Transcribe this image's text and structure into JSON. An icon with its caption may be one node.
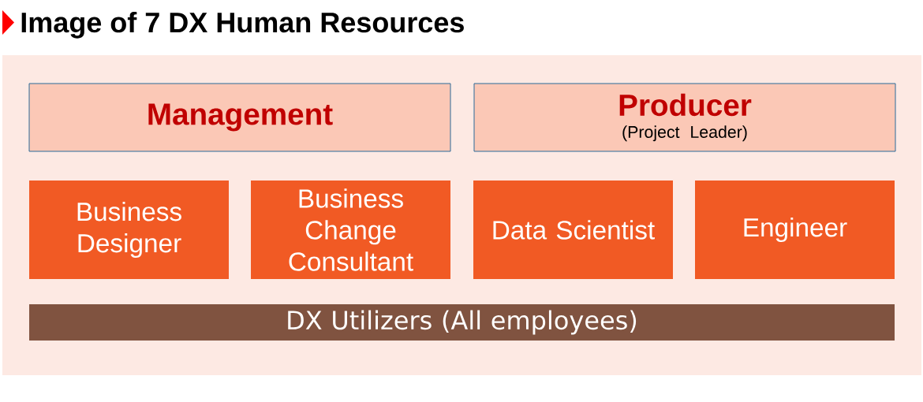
{
  "diagram": {
    "title": "Image of 7 DX Human Resources",
    "nodes": [
      {
        "text": [],
        "shape": "box"
      },
      {
        "text": [
          "Management"
        ],
        "in": 0
      },
      {
        "text": [
          "Producer",
          "(Project Leader)"
        ],
        "in": 0
      },
      {
        "text": [
          "Business Designer"
        ],
        "in": 0
      },
      {
        "text": [
          "Business Change Consultant"
        ],
        "in": 0
      },
      {
        "text": [
          "Data Scientist"
        ],
        "in": 0
      },
      {
        "text": [
          "Engineer"
        ],
        "in": 0
      },
      {
        "text": [
          "DX Utilizers (All employees)"
        ],
        "in": 0
      }
    ]
  }
}
